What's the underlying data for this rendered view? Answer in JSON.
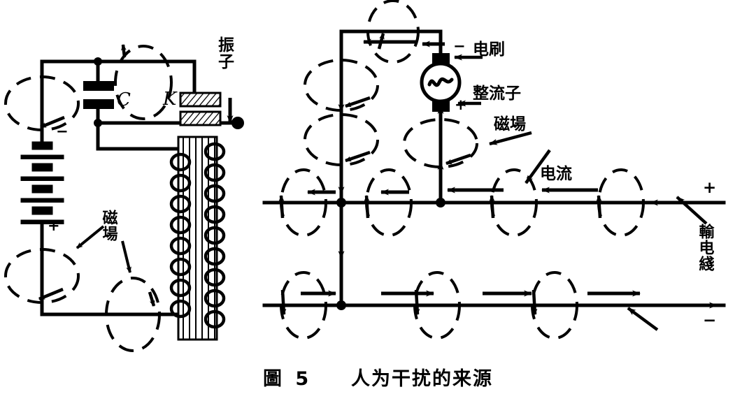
{
  "figure": {
    "caption_label": "圖",
    "caption_number": "5",
    "caption_title": "人为干扰的来源",
    "ink_color": "#000000",
    "background_color": "#ffffff"
  },
  "left_panel": {
    "name": "spark-transmitter-circuit",
    "labels": {
      "oscillator": "振子",
      "capacitor": "C",
      "spark_gap": "K",
      "magnetic_field": "磁場",
      "battery_negative": "−",
      "battery_positive": "+"
    },
    "components": [
      {
        "id": "battery",
        "label": "",
        "cells": 4
      },
      {
        "id": "capacitor",
        "label": "C"
      },
      {
        "id": "spark-gap",
        "label": "K"
      },
      {
        "id": "induction-coil",
        "label": ""
      },
      {
        "id": "antenna-rod",
        "label": ""
      }
    ],
    "field_loops": 4
  },
  "right_panel": {
    "name": "power-line-interference",
    "labels": {
      "brush": "电刷",
      "commutator": "整流子",
      "magnetic_field": "磁場",
      "current": "电流",
      "transmission_line": "輸电綫",
      "generator_negative": "−",
      "generator_positive": "+",
      "line_positive": "+",
      "line_negative": "−"
    },
    "components": [
      {
        "id": "generator",
        "symbol": "~"
      },
      {
        "id": "brush-top",
        "polarity": "−"
      },
      {
        "id": "brush-bottom",
        "polarity": "+"
      },
      {
        "id": "upper-line",
        "polarity": "+",
        "current_direction": "left"
      },
      {
        "id": "lower-line",
        "polarity": "−",
        "current_direction": "right"
      }
    ],
    "field_loops": 12
  }
}
